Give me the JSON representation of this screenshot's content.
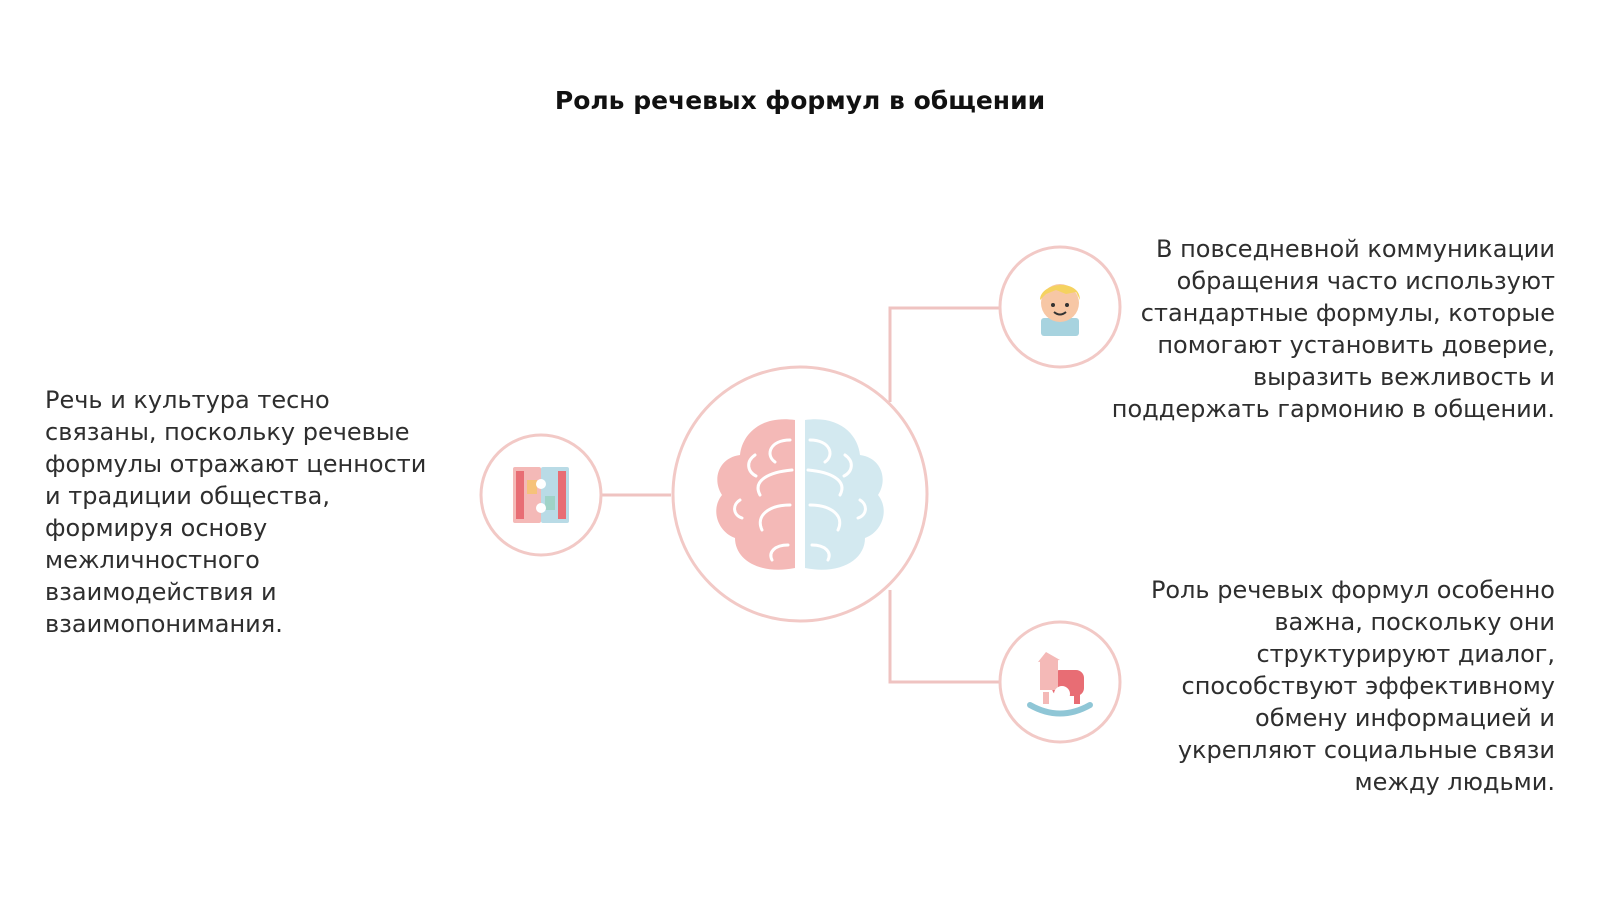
{
  "title": "Роль речевых формул в общении",
  "colors": {
    "ring": "#f2c9c6",
    "line": "#efc3c1",
    "brain_left": "#f4b9b7",
    "brain_right": "#d3e9f0"
  },
  "center_icon": "brain-icon",
  "nodes": [
    {
      "id": "left",
      "icon": "puzzle-icon",
      "text": "Речь и культура тесно связаны, поскольку речевые формулы отражают ценности и традиции общества, формируя основу межличностного взаимодействия и взаимопонимания."
    },
    {
      "id": "right-top",
      "icon": "child-face-icon",
      "text": "В повседневной коммуникации обращения часто используют стандартные формулы, которые помогают установить доверие, выразить вежливость и поддержать гармонию в общении."
    },
    {
      "id": "right-bottom",
      "icon": "rocking-horse-icon",
      "text": "Роль речевых формул особенно важна, поскольку они структурируют диалог, способствуют эффективному обмену информацией и укрепляют социальные связи между людьми."
    }
  ]
}
